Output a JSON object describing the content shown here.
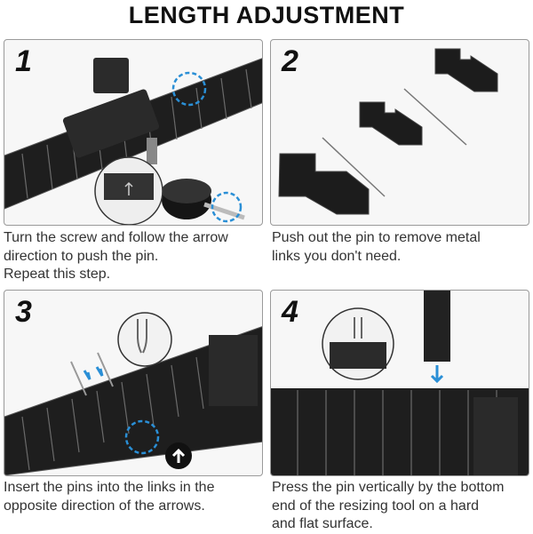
{
  "header": {
    "title": "LENGTH ADJUSTMENT"
  },
  "steps": [
    {
      "number": "1",
      "lines": [
        "Turn the screw and follow the arrow",
        "direction to push the pin.",
        "Repeat this step."
      ]
    },
    {
      "number": "2",
      "lines": [
        "Push out the pin to remove metal",
        "links you don't need."
      ]
    },
    {
      "number": "3",
      "lines": [
        "Insert the pins into the links in the",
        "opposite direction of the arrows."
      ]
    },
    {
      "number": "4",
      "lines": [
        "Press the pin vertically by the bottom",
        "end of the resizing tool on a hard",
        "and flat surface."
      ]
    }
  ],
  "colors": {
    "highlight": "#2a8fd6",
    "band": "#1e1e1e",
    "border": "#9a9a9a",
    "panel_bg": "#f7f7f7"
  },
  "icons": [
    "link-tool-icon",
    "screw-arrow-icon",
    "pin-icon",
    "up-arrow-icon",
    "down-arrow-icon"
  ]
}
